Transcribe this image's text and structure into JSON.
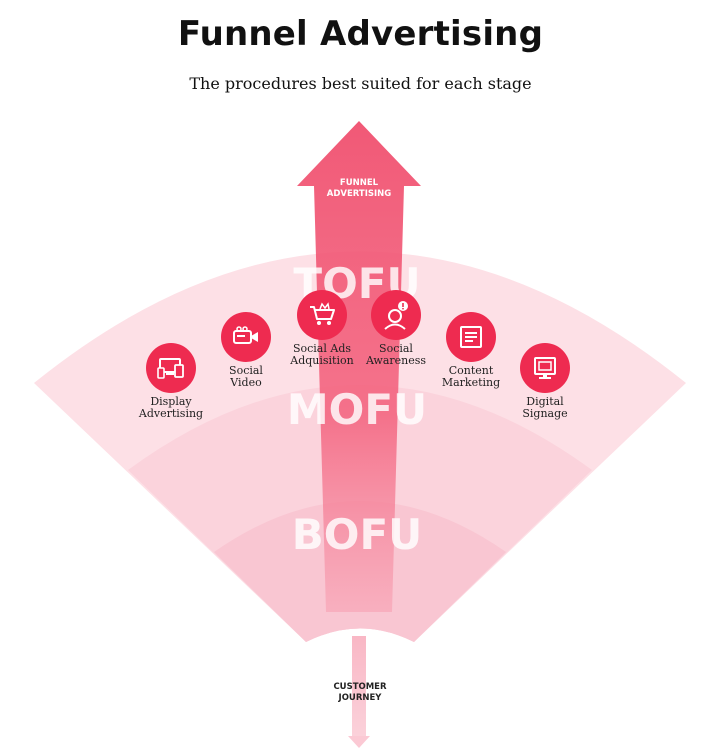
{
  "title": "Funnel Advertising",
  "subtitle": "The procedures best suited for each stage",
  "arrow": {
    "line1": "FUNNEL",
    "line2": "ADVERTISING"
  },
  "journey": {
    "line1": "CUSTOMER",
    "line2": "JOURNEY"
  },
  "stages": {
    "tofu": "TOFU",
    "mofu": "MOFU",
    "bofu": "BOFU"
  },
  "colors": {
    "accent": "#ee2b50",
    "fan": "#fad1da",
    "arrow": "#f3607c"
  },
  "tactics": [
    {
      "label": "Display\nAdvertising",
      "icon": "devices-icon"
    },
    {
      "label": "Social\nVideo",
      "icon": "video-camera-icon"
    },
    {
      "label": "Social Ads\nAdquisition",
      "icon": "shopping-cart-icon"
    },
    {
      "label": "Social\nAwareness",
      "icon": "person-alert-icon"
    },
    {
      "label": "Content\nMarketing",
      "icon": "document-icon"
    },
    {
      "label": "Digital\nSignage",
      "icon": "signage-screen-icon"
    }
  ]
}
